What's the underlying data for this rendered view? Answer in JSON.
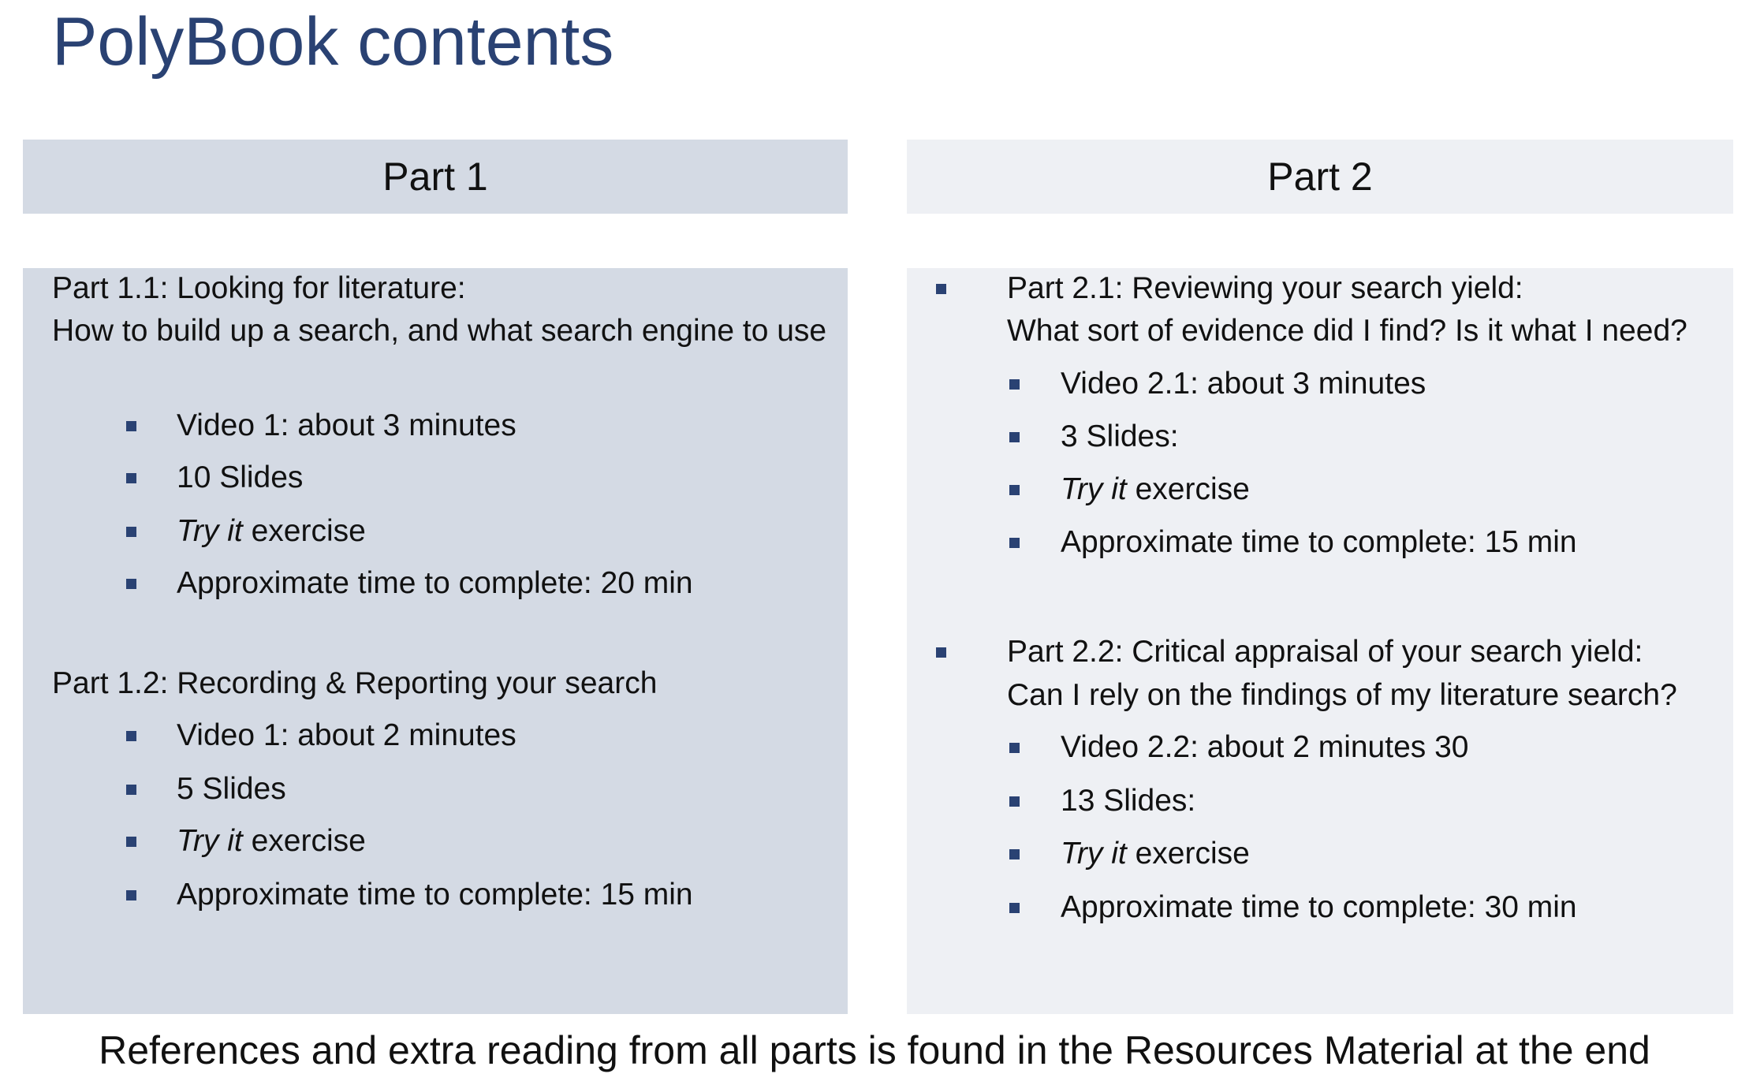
{
  "title": "PolyBook contents",
  "colors": {
    "title": "#2a4273",
    "bullet": "#2a4273",
    "part1_bg": "#d4dae4",
    "part2_bg": "#eef0f4"
  },
  "part1": {
    "header": "Part 1",
    "sections": [
      {
        "heading": "Part 1.1: Looking for literature:",
        "subheading": "How to build up a search, and what search engine to use",
        "items": [
          {
            "text": "Video 1: about 3 minutes"
          },
          {
            "text": "10 Slides"
          },
          {
            "emphasis": "Try it",
            "text": " exercise"
          },
          {
            "text": "Approximate time to complete: 20 min"
          }
        ]
      },
      {
        "heading": "Part 1.2: Recording & Reporting your search",
        "items": [
          {
            "text": "Video 1: about 2 minutes"
          },
          {
            "text": "5 Slides"
          },
          {
            "emphasis": "Try it",
            "text": " exercise"
          },
          {
            "text": "Approximate time to complete: 15 min"
          }
        ]
      }
    ]
  },
  "part2": {
    "header": "Part 2",
    "sections": [
      {
        "heading": "Part 2.1: Reviewing your search yield:",
        "subheading": "What sort of evidence did I find? Is it what I need?",
        "items": [
          {
            "text": "Video 2.1: about 3 minutes"
          },
          {
            "text": "3 Slides:"
          },
          {
            "emphasis": "Try it",
            "text": " exercise"
          },
          {
            "text": "Approximate time to complete: 15 min"
          }
        ]
      },
      {
        "heading": "Part 2.2: Critical appraisal of your search yield:",
        "subheading": "Can I rely on the findings of my literature search?",
        "items": [
          {
            "text": "Video 2.2: about 2 minutes 30"
          },
          {
            "text": "13 Slides:"
          },
          {
            "emphasis": "Try it",
            "text": " exercise"
          },
          {
            "text": "Approximate time to complete: 30 min"
          }
        ]
      }
    ]
  },
  "footer": "References and extra reading from all parts is found in the Resources Material at the end"
}
